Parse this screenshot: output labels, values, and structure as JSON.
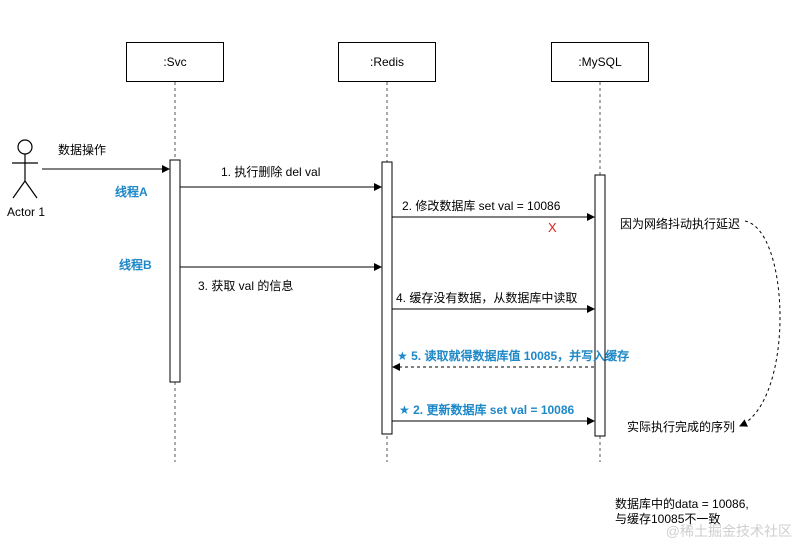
{
  "participants": {
    "svc": ":Svc",
    "redis": ":Redis",
    "mysql": ":MySQL"
  },
  "actor": {
    "name": "Actor 1",
    "action": "数据操作"
  },
  "threads": {
    "a": "线程A",
    "b": "线程B"
  },
  "messages": {
    "m1": "1. 执行删除 del val",
    "m2": "2. 修改数据库  set val = 10086",
    "m3": "3. 获取 val 的信息",
    "m4": "4. 缓存没有数据，从数据库中读取",
    "m5": "5. 读取就得数据库值 10085，并写入缓存",
    "m6": "2. 更新数据库  set val = 10086"
  },
  "marks": {
    "fail": "X",
    "star": "★"
  },
  "notes": {
    "delay": "因为网络抖动执行延迟",
    "actual": "实际执行完成的序列",
    "conclusion": "数据库中的data = 10086,\n与缓存10085不一致"
  },
  "watermark": "@稀土掘金技术社区",
  "colors": {
    "accent": "#1e88c8",
    "error": "#e01e1e"
  }
}
